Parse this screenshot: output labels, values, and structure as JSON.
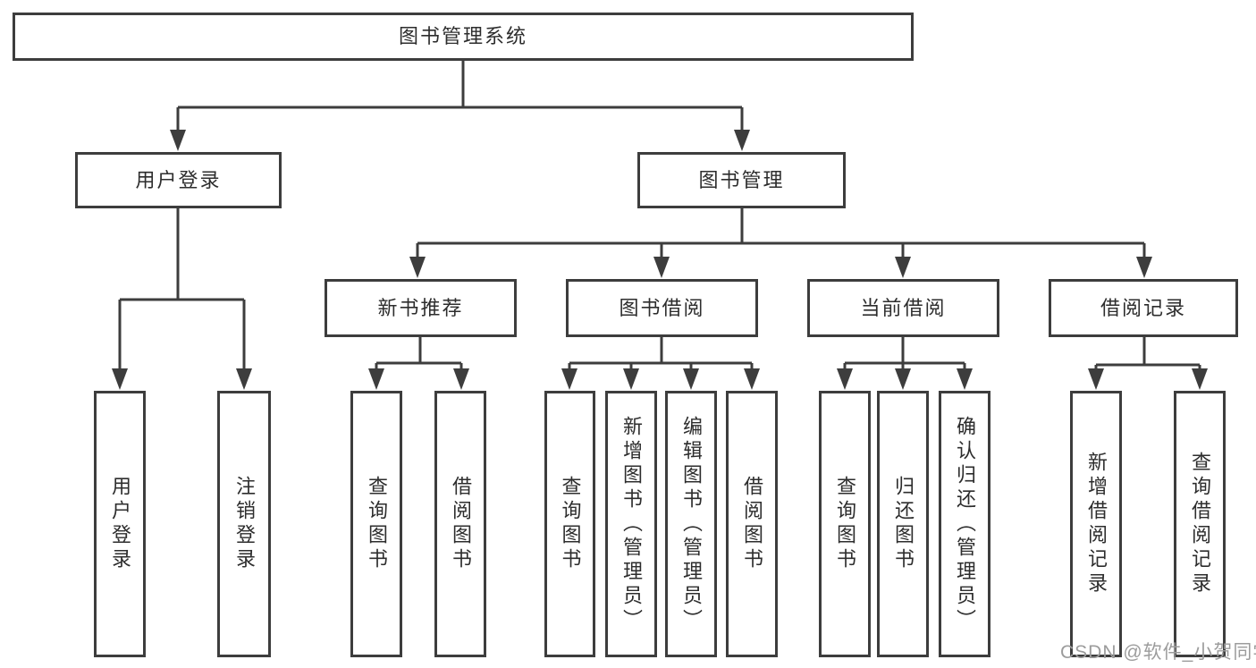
{
  "diagram": {
    "root": {
      "label": "图书管理系统"
    },
    "branches": {
      "user_login": {
        "label": "用户登录",
        "children": [
          {
            "label": "用户登录"
          },
          {
            "label": "注销登录"
          }
        ]
      },
      "book_mgmt": {
        "label": "图书管理",
        "children": [
          {
            "label": "新书推荐",
            "children": [
              {
                "label": "查询图书"
              },
              {
                "label": "借阅图书"
              }
            ]
          },
          {
            "label": "图书借阅",
            "children": [
              {
                "label": "查询图书"
              },
              {
                "label": "新增图书（管理员）"
              },
              {
                "label": "编辑图书（管理员）"
              },
              {
                "label": "借阅图书"
              }
            ]
          },
          {
            "label": "当前借阅",
            "children": [
              {
                "label": "查询图书"
              },
              {
                "label": "归还图书"
              },
              {
                "label": "确认归还（管理员）"
              }
            ]
          },
          {
            "label": "借阅记录",
            "children": [
              {
                "label": "新增借阅记录"
              },
              {
                "label": "查询借阅记录"
              }
            ]
          }
        ]
      }
    }
  },
  "watermark": {
    "text": "CSDN @软件_小贺同学"
  },
  "colors": {
    "line": "#3d3d3d",
    "text": "#2d2d2d",
    "watermark": "#9c9c9c",
    "background": "#ffffff"
  }
}
